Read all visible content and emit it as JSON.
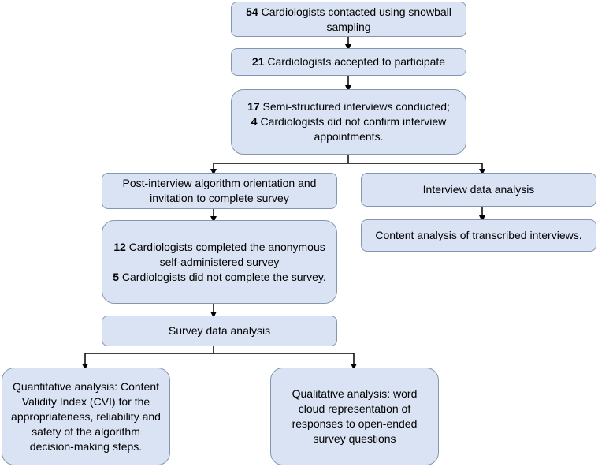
{
  "boxes": {
    "contacted": {
      "number": "54",
      "text": " Cardiologists contacted using snowball sampling"
    },
    "accepted": {
      "number": "21",
      "text": " Cardiologists accepted to participate"
    },
    "interviews": {
      "number1": "17",
      "text1": " Semi-structured interviews conducted;",
      "number2": "4",
      "text2": " Cardiologists did not confirm interview appointments."
    },
    "orientation": {
      "text": "Post-interview algorithm orientation and invitation to complete survey"
    },
    "interview_analysis": {
      "text": "Interview data analysis"
    },
    "content_analysis": {
      "text": "Content analysis of transcribed interviews."
    },
    "survey_completion": {
      "number1": "12",
      "text1": " Cardiologists completed the anonymous self-administered survey",
      "number2": "5",
      "text2": " Cardiologists did not complete the survey."
    },
    "survey_analysis": {
      "text": "Survey data analysis"
    },
    "quantitative": {
      "text": "Quantitative analysis: Content Validity Index (CVI) for the appropriateness, reliability and safety of the algorithm decision-making steps."
    },
    "qualitative": {
      "text": "Qualitative analysis: word cloud representation of responses to open-ended survey questions"
    }
  },
  "colors": {
    "box_fill": "#dae3f3",
    "box_border": "#8497b0",
    "connector": "#000000"
  }
}
